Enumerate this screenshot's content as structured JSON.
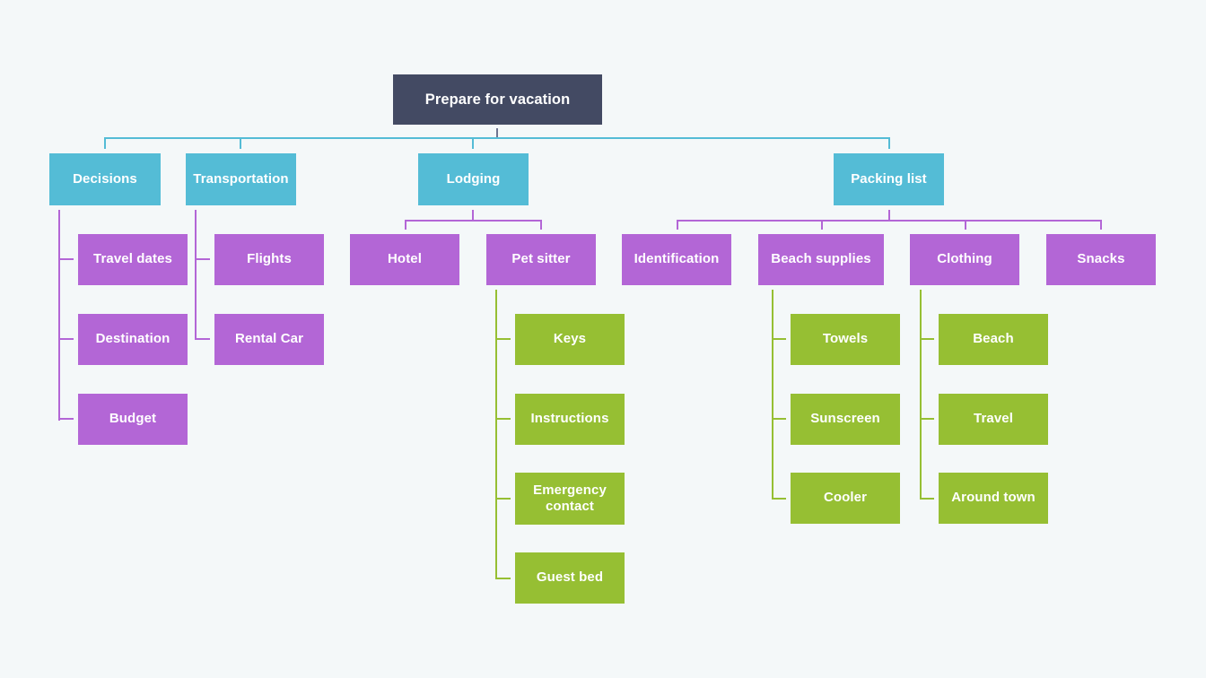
{
  "diagram": {
    "title": "Prepare for vacation",
    "background_color": "#f4f8f9",
    "levels": {
      "root_color": "#434a63",
      "level1_color": "#54bcd6",
      "level2_color": "#b366d6",
      "level3_color": "#96bf33"
    }
  },
  "root": {
    "label": "Prepare for vacation"
  },
  "branches": {
    "decisions": {
      "label": "Decisions",
      "children": [
        {
          "label": "Travel dates"
        },
        {
          "label": "Destination"
        },
        {
          "label": "Budget"
        }
      ]
    },
    "transportation": {
      "label": "Transportation",
      "children": [
        {
          "label": "Flights"
        },
        {
          "label": "Rental Car"
        }
      ]
    },
    "lodging": {
      "label": "Lodging",
      "children": [
        {
          "label": "Hotel",
          "children": []
        },
        {
          "label": "Pet sitter",
          "children": [
            {
              "label": "Keys"
            },
            {
              "label": "Instructions"
            },
            {
              "label": "Emergency contact"
            },
            {
              "label": "Guest bed"
            }
          ]
        }
      ]
    },
    "packing_list": {
      "label": "Packing list",
      "children": [
        {
          "label": "Identification",
          "children": []
        },
        {
          "label": "Beach supplies",
          "children": [
            {
              "label": "Towels"
            },
            {
              "label": "Sunscreen"
            },
            {
              "label": "Cooler"
            }
          ]
        },
        {
          "label": "Clothing",
          "children": [
            {
              "label": "Beach"
            },
            {
              "label": "Travel"
            },
            {
              "label": "Around town"
            }
          ]
        },
        {
          "label": "Snacks",
          "children": []
        }
      ]
    }
  }
}
